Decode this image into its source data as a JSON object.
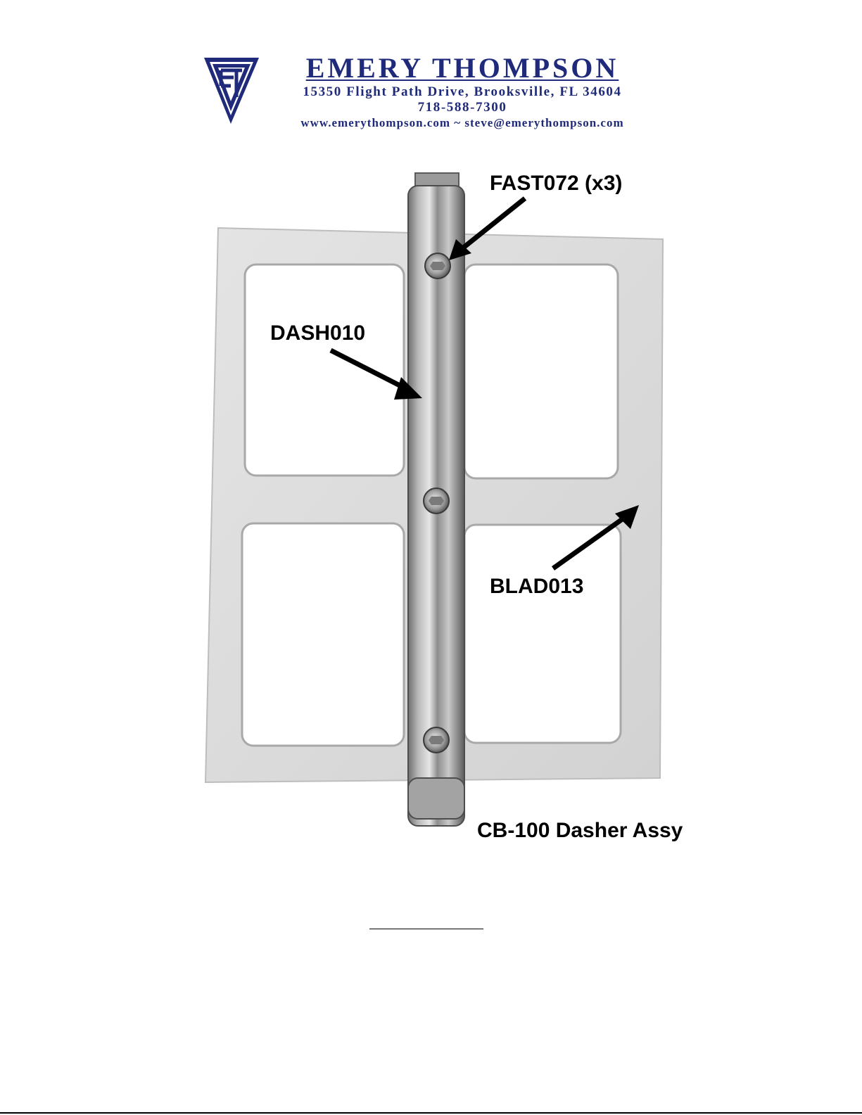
{
  "letterhead": {
    "company_name": "EMERY THOMPSON",
    "address": "15350 Flight Path Drive, Brooksville, FL 34604",
    "phone": "718-588-7300",
    "web_email": "www.emerythompson.com ~ steve@emerythompson.com",
    "logo_icon": "et-triangle-logo-icon",
    "brand_color": "#1f2a7a"
  },
  "figure": {
    "callouts": {
      "fasteners": "FAST072 (x3)",
      "shaft": "DASH010",
      "blade": "BLAD013"
    },
    "caption": "CB-100 Dasher Assy"
  }
}
